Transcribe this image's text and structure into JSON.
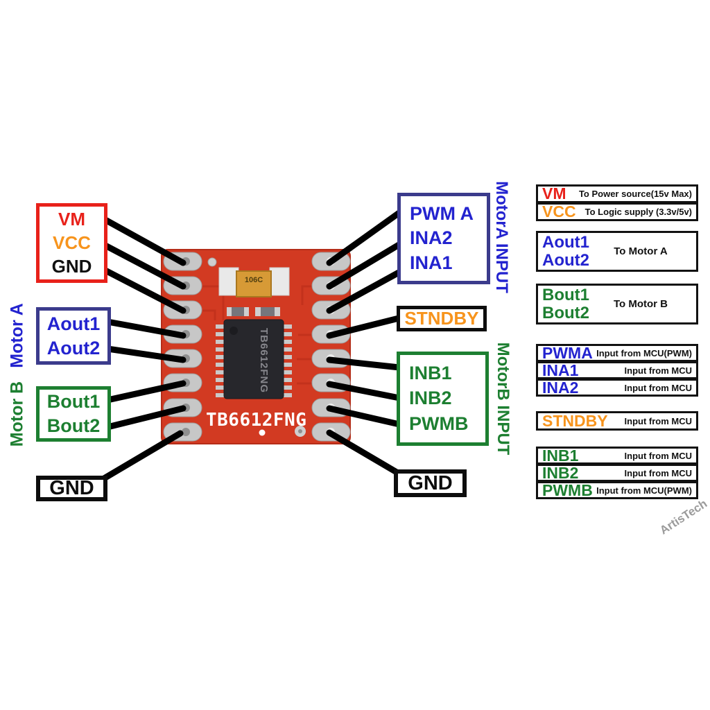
{
  "colors": {
    "red": "#e8211a",
    "orange": "#f7941d",
    "blue": "#2323cf",
    "navy_border": "#3b3b8c",
    "green": "#1d7f31",
    "black": "#0d0d0d",
    "pcb_red": "#d23a22",
    "watermark_gray": "#9b9b9b"
  },
  "board": {
    "silkscreen": "TB6612FNG",
    "chip_marking": "TB6612FNG",
    "cap_marking": "106C"
  },
  "left": {
    "power_box": {
      "vm": "VM",
      "vcc": "VCC",
      "gnd": "GND"
    },
    "motor_a": {
      "group_label": "Motor A",
      "pin1": "Aout1",
      "pin2": "Aout2"
    },
    "motor_b": {
      "group_label": "Motor B",
      "pin1": "Bout1",
      "pin2": "Bout2"
    },
    "gnd_label": "GND"
  },
  "right": {
    "motor_a_input": {
      "group_label": "MotorA INPUT",
      "pin1": "PWM A",
      "pin2": "INA2",
      "pin3": "INA1"
    },
    "stndby": "STNDBY",
    "motor_b_input": {
      "group_label": "MotorB INPUT",
      "pin1": "INB1",
      "pin2": "INB2",
      "pin3": "PWMB"
    },
    "gnd_label": "GND"
  },
  "legend": {
    "power": [
      {
        "name": "VM",
        "desc": "To Power source(15v Max)"
      },
      {
        "name": "VCC",
        "desc": "To Logic supply (3.3v/5v)"
      }
    ],
    "motor_a": {
      "name1": "Aout1",
      "name2": "Aout2",
      "desc": "To Motor A"
    },
    "motor_b": {
      "name1": "Bout1",
      "name2": "Bout2",
      "desc": "To Motor B"
    },
    "inputs_a": [
      {
        "name": "PWMA",
        "desc": "Input from MCU(PWM)"
      },
      {
        "name": "INA1",
        "desc": "Input from MCU"
      },
      {
        "name": "INA2",
        "desc": "Input from MCU"
      }
    ],
    "stndby": {
      "name": "STNDBY",
      "desc": "Input from MCU"
    },
    "inputs_b": [
      {
        "name": "INB1",
        "desc": "Input from MCU"
      },
      {
        "name": "INB2",
        "desc": "Input from MCU"
      },
      {
        "name": "PWMB",
        "desc": "Input from MCU(PWM)"
      }
    ],
    "watermark": "ArtisTech"
  }
}
